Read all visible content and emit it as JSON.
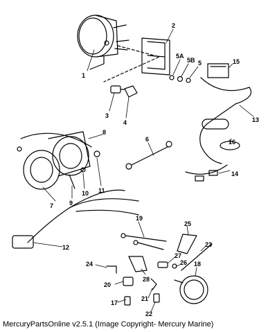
{
  "caption": "MercuryPartsOnline v2.5.1 (Image Copyright- Mercury Marine)",
  "callouts": [
    "1",
    "2",
    "3",
    "4",
    "5A",
    "5B",
    "5",
    "6",
    "7",
    "8",
    "9",
    "10",
    "11",
    "12",
    "13",
    "14",
    "15",
    "16",
    "17",
    "18",
    "19",
    "20",
    "21",
    "22",
    "23",
    "24",
    "25",
    "26",
    "27",
    "28"
  ],
  "colors": {
    "line": "#000000",
    "background": "#ffffff"
  }
}
